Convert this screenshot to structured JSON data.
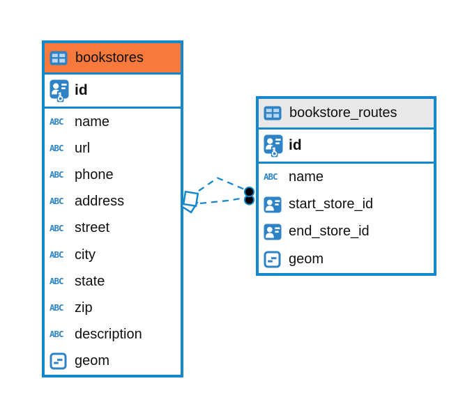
{
  "diagram": {
    "kind": "entity-relationship-diagram",
    "colors": {
      "accent_blue": "#1588CB",
      "selected_header_orange": "#F7793C",
      "header_gray": "#E8E8E8",
      "icon_blue": "#2E82C6",
      "icon_cell_light_blue": "#B9D6EE",
      "text": "#101010",
      "canvas_background": "#ffffff"
    },
    "tables": [
      {
        "name": "bookstores",
        "selected": true,
        "header_icon": "table-icon",
        "columns": [
          {
            "name": "id",
            "icon": "primary-key-icon"
          },
          {
            "name": "name",
            "icon": "text-type-icon"
          },
          {
            "name": "url",
            "icon": "text-type-icon"
          },
          {
            "name": "phone",
            "icon": "text-type-icon"
          },
          {
            "name": "address",
            "icon": "text-type-icon"
          },
          {
            "name": "street",
            "icon": "text-type-icon"
          },
          {
            "name": "city",
            "icon": "text-type-icon"
          },
          {
            "name": "state",
            "icon": "text-type-icon"
          },
          {
            "name": "zip",
            "icon": "text-type-icon"
          },
          {
            "name": "description",
            "icon": "text-type-icon"
          },
          {
            "name": "geom",
            "icon": "geometry-type-icon"
          }
        ]
      },
      {
        "name": "bookstore_routes",
        "selected": false,
        "header_icon": "table-icon",
        "columns": [
          {
            "name": "id",
            "icon": "primary-key-icon"
          },
          {
            "name": "name",
            "icon": "text-type-icon"
          },
          {
            "name": "start_store_id",
            "icon": "foreign-key-icon"
          },
          {
            "name": "end_store_id",
            "icon": "foreign-key-icon"
          },
          {
            "name": "geom",
            "icon": "geometry-type-icon"
          }
        ]
      }
    ],
    "text_type_icon_label": "ABC",
    "relationships": [
      {
        "from_table": "bookstore_routes",
        "from_column": "start_store_id",
        "to_table": "bookstores",
        "to_column": "id",
        "line_style": "dashed",
        "source_marker": "black-dot",
        "target_marker": "white-diamond"
      },
      {
        "from_table": "bookstore_routes",
        "from_column": "end_store_id",
        "to_table": "bookstores",
        "to_column": "id",
        "line_style": "dashed",
        "source_marker": "black-dot",
        "target_marker": "white-diamond"
      }
    ]
  }
}
